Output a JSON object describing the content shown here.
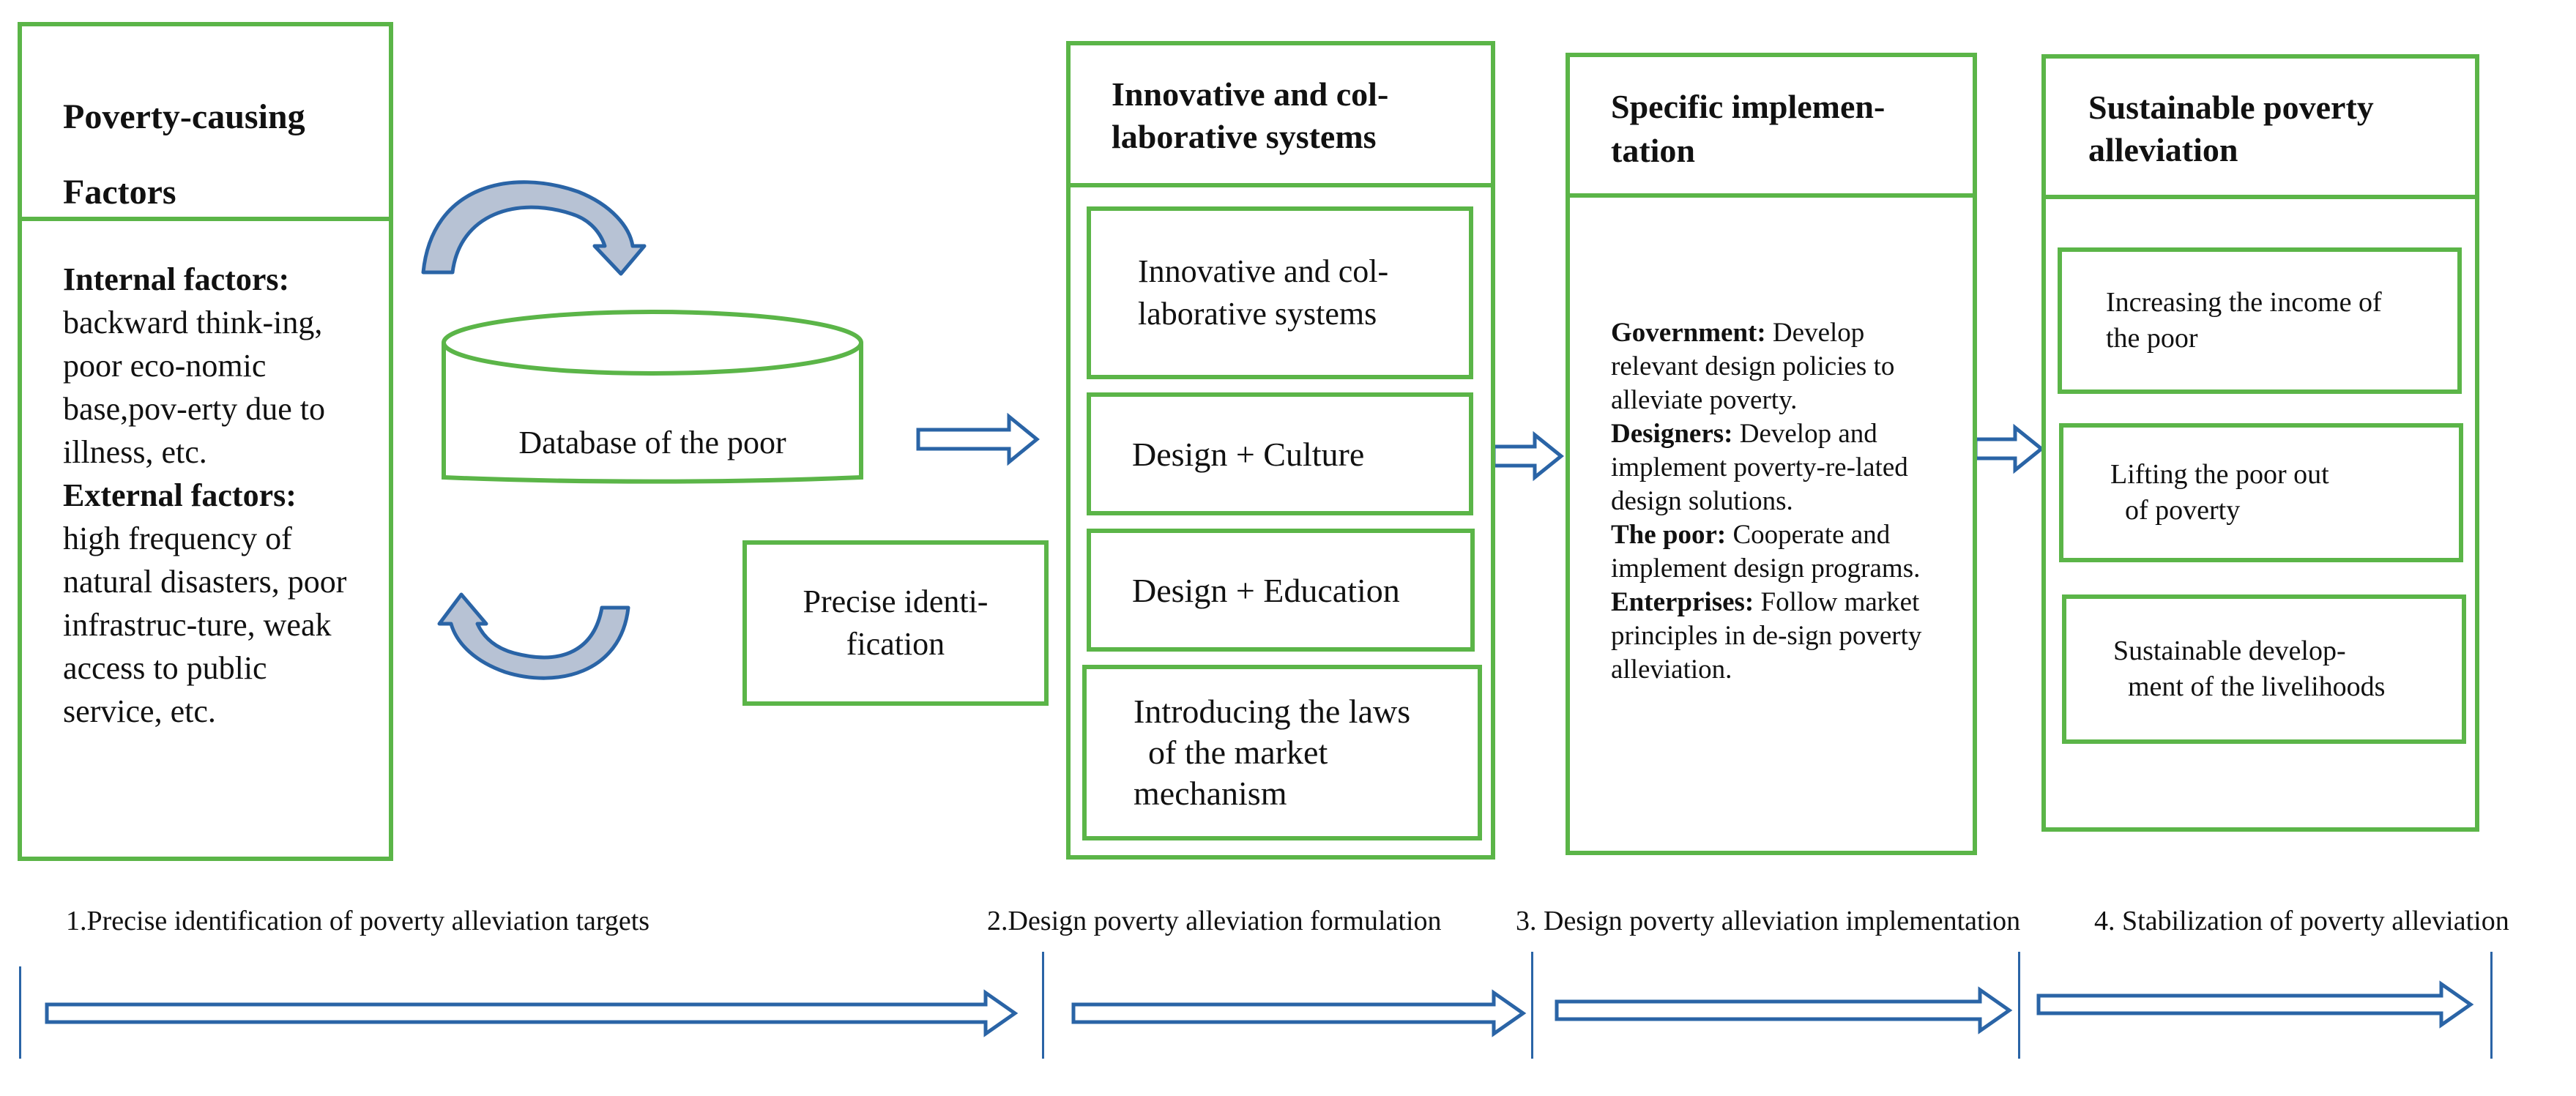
{
  "factors": {
    "title_line1": "Poverty-causing",
    "title_line2": "Factors",
    "internal_label": "Internal factors:",
    "internal_text": "backward think-ing, poor eco-nomic base,pov-erty due to illness, etc.",
    "external_label": "External factors:",
    "external_text": "high frequency of natural disasters, poor infrastruc-ture, weak access to public service, etc."
  },
  "database": {
    "label": "Database of the poor"
  },
  "precise": {
    "line1": "Precise identi-",
    "line2": "fication"
  },
  "innovative": {
    "title_line1": "Innovative and col-",
    "title_line2": "laborative systems",
    "items": [
      {
        "line1": "Innovative and col-",
        "line2": "laborative systems"
      },
      {
        "line1": "Design + Culture"
      },
      {
        "line1": "Design + Education"
      },
      {
        "line1": "Introducing the laws",
        "line2": "of the market",
        "line3": "mechanism"
      }
    ]
  },
  "implementation": {
    "title_line1": "Specific implemen-",
    "title_line2": "tation",
    "entries": [
      {
        "label": "Government:",
        "text": "Develop relevant design policies to alleviate poverty."
      },
      {
        "label": "Designers:",
        "text": "Develop and implement poverty-re-lated design solutions."
      },
      {
        "label": "The poor:",
        "text": "Cooperate and implement design programs."
      },
      {
        "label": "Enterprises:",
        "text": "Follow market principles in de-sign poverty alleviation."
      }
    ]
  },
  "sustainable": {
    "title_line1": "Sustainable poverty",
    "title_line2": "alleviation",
    "goals": [
      {
        "line1": "Increasing the income of",
        "line2": "the poor"
      },
      {
        "line1": "Lifting the poor out",
        "line2": "of poverty"
      },
      {
        "line1": "Sustainable develop-",
        "line2": "ment of the livelihoods"
      }
    ]
  },
  "timeline": {
    "stages": [
      "1.Precise identification of poverty alleviation targets",
      "2.Design poverty alleviation formulation",
      "3. Design poverty alleviation implementation",
      "4. Stabilization of poverty alleviation"
    ]
  },
  "colors": {
    "box_border": "#5bb548",
    "arrow": "#2a64a6",
    "arrow_fill": "#b7c2d4"
  }
}
